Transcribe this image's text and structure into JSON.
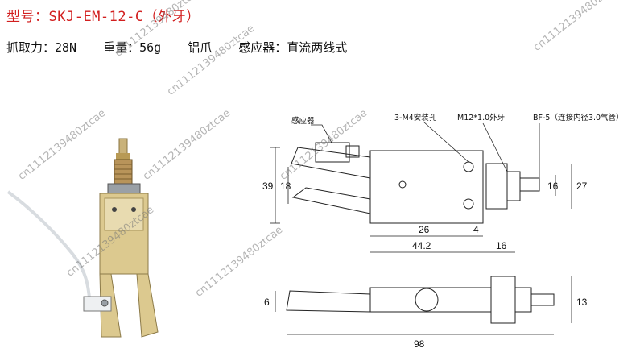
{
  "title": {
    "model_label": "型号：",
    "model_value": "SKJ-EM-12-C",
    "model_note": "（外牙）"
  },
  "specs": {
    "grip_force": "抓取力：28N",
    "weight": "重量：56g",
    "material": "铝爪",
    "sensor": "感应器：直流两线式"
  },
  "drawing": {
    "callouts": {
      "sensor": "感应器",
      "mount_holes": "3-M4安装孔",
      "thread": "M12*1.0外牙",
      "fitting": "BF-5（连接内径3.0气管）"
    },
    "dims": {
      "d39": "39",
      "d18": "18",
      "d26": "26",
      "d4": "4",
      "d44_2": "44.2",
      "d16_bottom": "16",
      "d16_right": "16",
      "d27": "27",
      "d6": "6",
      "d13": "13",
      "d98": "98"
    }
  },
  "watermark": "cn1112139480ztcae",
  "colors": {
    "title_red": "#d21f1f",
    "gripper_body": "#dcc98f",
    "line": "#222222"
  }
}
